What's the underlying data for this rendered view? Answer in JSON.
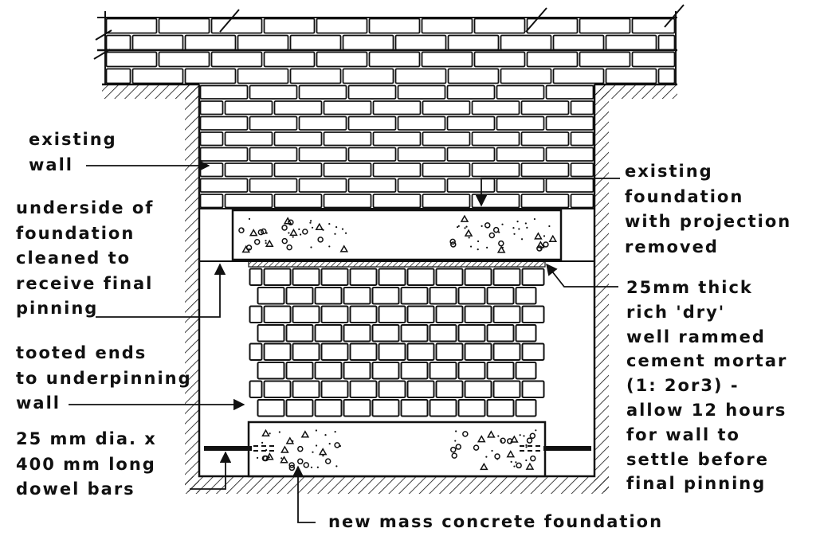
{
  "labels": {
    "existing_wall": [
      "existing",
      "wall"
    ],
    "underside": [
      "underside of",
      "foundation",
      "cleaned to",
      "receive final",
      "pinning"
    ],
    "tooted_ends": [
      "tooted ends",
      "to underpinning",
      "wall"
    ],
    "dowel_bars": [
      "25 mm dia. x",
      "400 mm long",
      "dowel bars"
    ],
    "existing_foundation": [
      "existing",
      "foundation",
      "with projection",
      "removed"
    ],
    "mortar": [
      "25mm thick",
      "rich 'dry'",
      "well rammed",
      "cement mortar",
      "(1: 2or3) -",
      "allow 12 hours",
      "for wall to",
      "settle before",
      "final pinning"
    ],
    "new_foundation": [
      "new mass concrete foundation"
    ]
  },
  "colors": {
    "ink": "#111111",
    "paper": "#ffffff"
  }
}
